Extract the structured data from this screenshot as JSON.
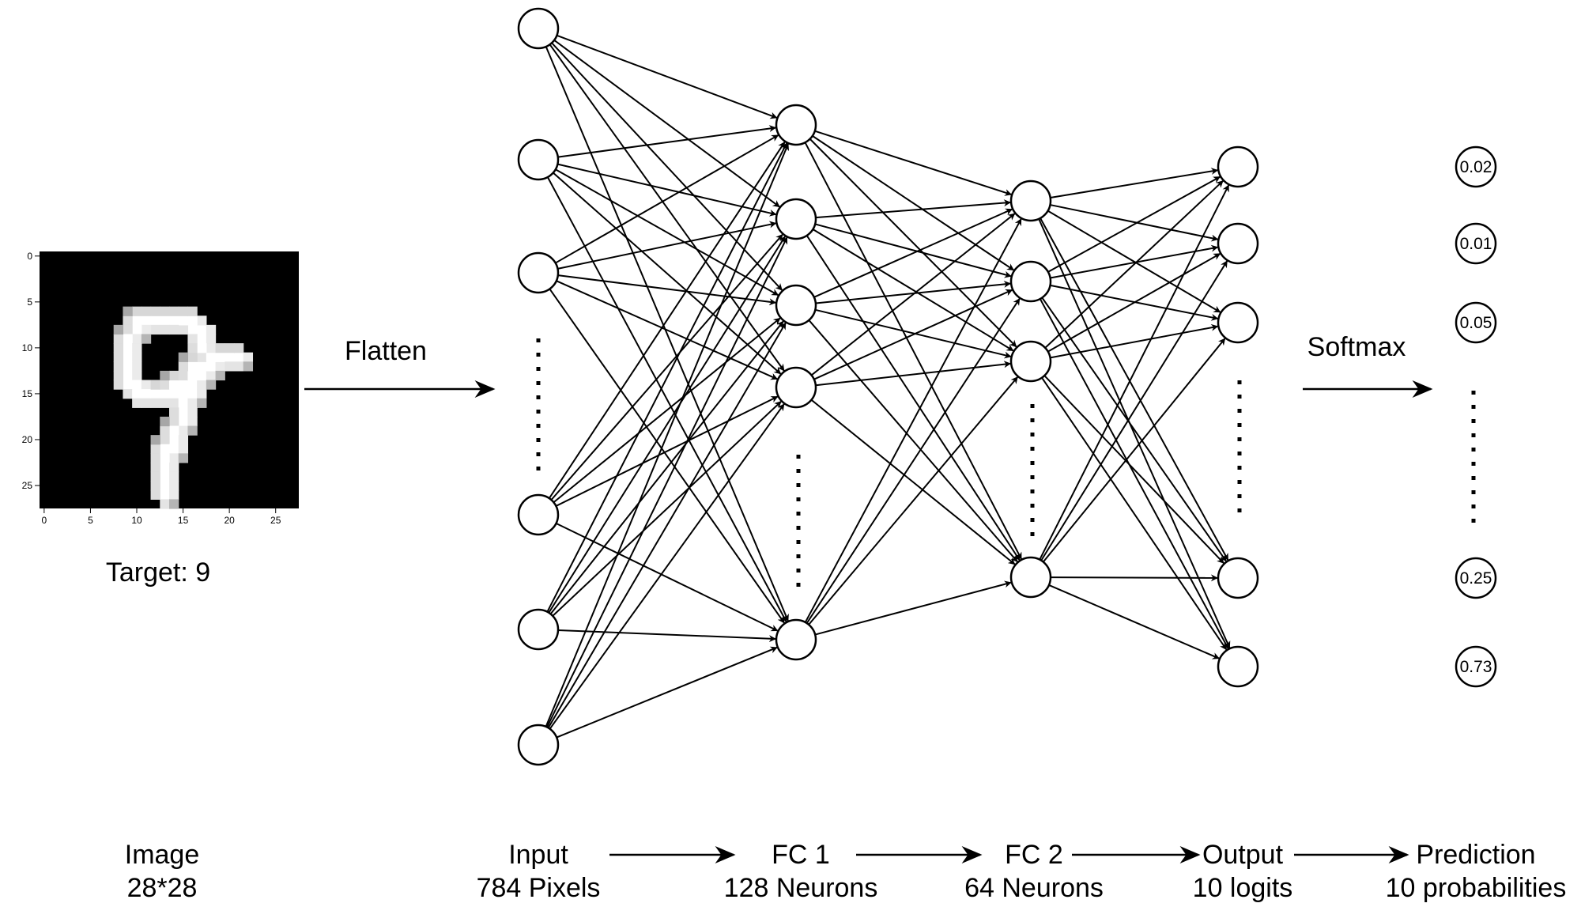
{
  "image_panel": {
    "target_text": "Target: 9",
    "x_ticks": [
      "0",
      "5",
      "10",
      "15",
      "20",
      "25"
    ],
    "y_ticks": [
      "0",
      "5",
      "10",
      "15",
      "20",
      "25"
    ]
  },
  "flatten_label": "Flatten",
  "softmax_label": "Softmax",
  "layers": [
    {
      "name": "Input",
      "desc": "784 Pixels"
    },
    {
      "name": "FC 1",
      "desc": "128 Neurons"
    },
    {
      "name": "FC 2",
      "desc": "64 Neurons"
    },
    {
      "name": "Output",
      "desc": "10 logits"
    },
    {
      "name": "Prediction",
      "desc": "10 probabilities"
    }
  ],
  "image_caption": {
    "line1": "Image",
    "line2": "28*28"
  },
  "probabilities": [
    "0.02",
    "0.01",
    "0.05",
    "0.25",
    "0.73"
  ]
}
